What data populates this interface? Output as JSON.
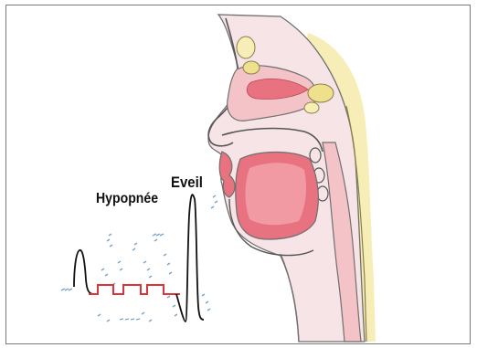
{
  "labels": {
    "hypopnea": "Hypopnée",
    "arousal": "Eveil"
  },
  "colors": {
    "signal_line": "#111111",
    "signal_reduced": "#d9343a",
    "tissue": "#f4c3c7",
    "tissue_dark": "#e8727f",
    "skin": "#f7e4e6",
    "bone": "#f6eeb6",
    "dashes": "#7aa5c8",
    "frame_border": "#7a7a7a"
  },
  "icons": {
    "airflow_waveform": "waveform-chart",
    "anatomy": "upper-airway-sagittal-section"
  }
}
